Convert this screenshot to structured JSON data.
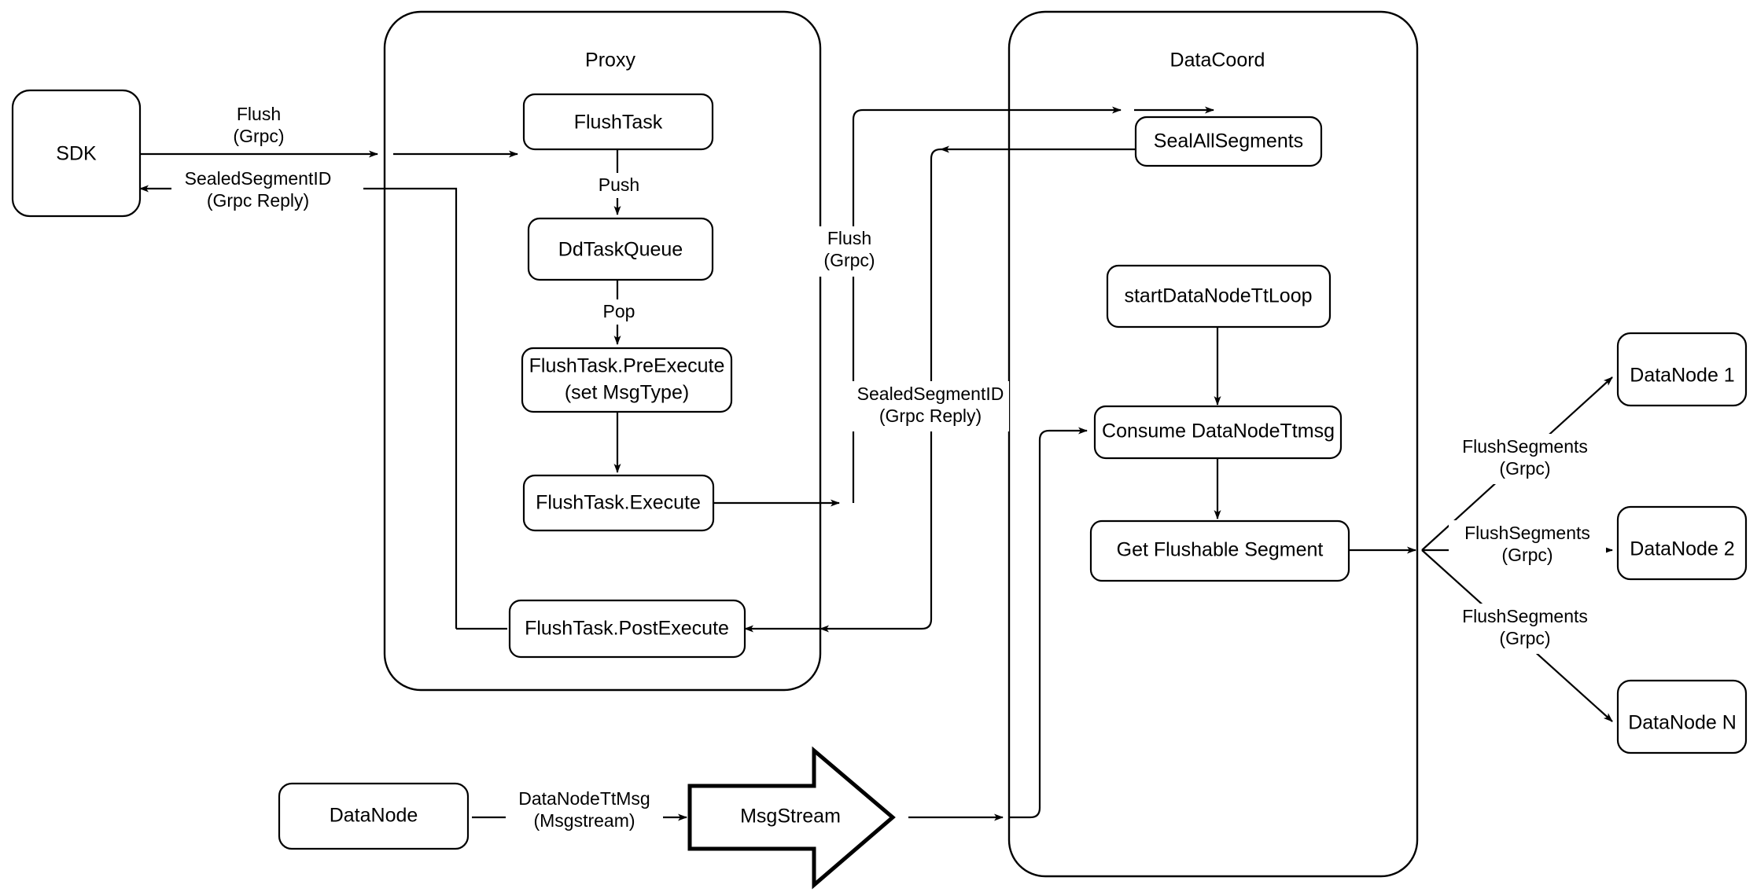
{
  "diagram": {
    "title_visible": false,
    "type": "flowchart",
    "stroke_color": "#000000",
    "fill_color": "#ffffff"
  },
  "containers": [
    {
      "id": "proxy",
      "label": "Proxy"
    },
    {
      "id": "datacoord",
      "label": "DataCoord"
    }
  ],
  "nodes": {
    "sdk": {
      "label": "SDK"
    },
    "proxy_flushtask": {
      "label": "FlushTask"
    },
    "proxy_ddtaskqueue": {
      "label": "DdTaskQueue"
    },
    "proxy_preexecute_line1": {
      "label": "FlushTask.PreExecute"
    },
    "proxy_preexecute_line2": {
      "label": "(set MsgType)"
    },
    "proxy_execute": {
      "label": "FlushTask.Execute"
    },
    "proxy_postexecute": {
      "label": "FlushTask.PostExecute"
    },
    "dc_sealallsegments": {
      "label": "SealAllSegments"
    },
    "dc_startdatanodettloop": {
      "label": "startDataNodeTtLoop"
    },
    "dc_consume": {
      "label": "Consume DataNodeTtmsg"
    },
    "dc_getflushable": {
      "label": "Get Flushable Segment"
    },
    "datanode_src": {
      "label": "DataNode"
    },
    "msgstream": {
      "label": "MsgStream"
    },
    "datanode1": {
      "label": "DataNode 1"
    },
    "datanode2": {
      "label": "DataNode 2"
    },
    "datanoden": {
      "label": "DataNode N"
    }
  },
  "edge_labels": {
    "sdk_to_proxy_l1": "Flush",
    "sdk_to_proxy_l2": "(Grpc)",
    "proxy_to_sdk_l1": "SealedSegmentID",
    "proxy_to_sdk_l2": "(Grpc Reply)",
    "push": "Push",
    "pop": "Pop",
    "proxy_to_dc_l1": "Flush",
    "proxy_to_dc_l2": "(Grpc)",
    "dc_to_proxy_l1": "SealedSegmentID",
    "dc_to_proxy_l2": "(Grpc Reply)",
    "datanode_ttmsg_l1": "DataNodeTtMsg",
    "datanode_ttmsg_l2": "(Msgstream)",
    "flushsegments1_l1": "FlushSegments",
    "flushsegments1_l2": "(Grpc)",
    "flushsegments2_l1": "FlushSegments",
    "flushsegments2_l2": "(Grpc)",
    "flushsegmentsn_l1": "FlushSegments",
    "flushsegmentsn_l2": "(Grpc)"
  }
}
